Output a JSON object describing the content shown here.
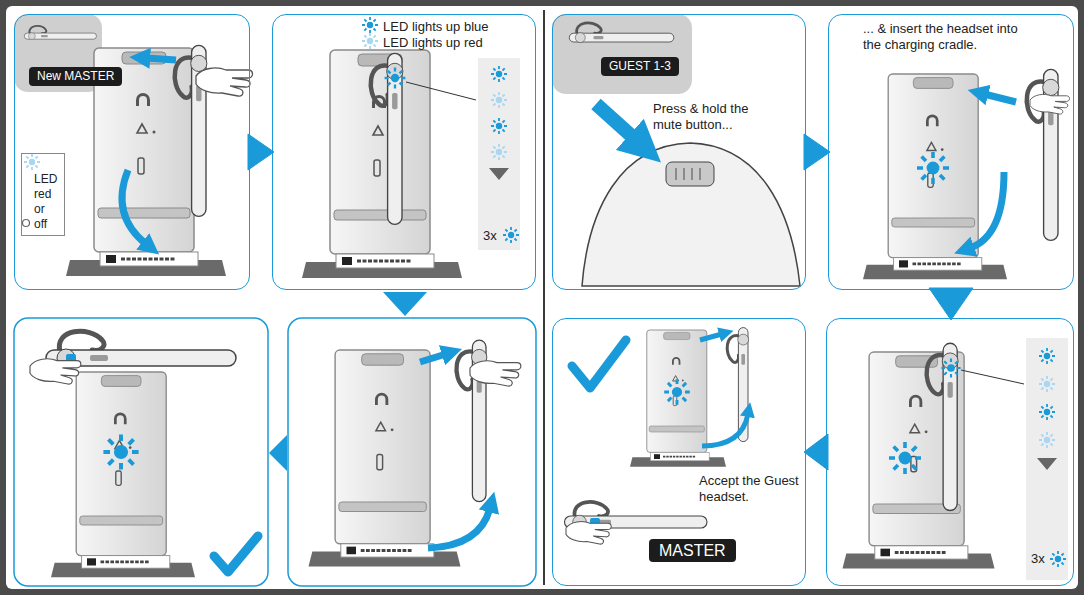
{
  "diagram": {
    "nodes": [
      {
        "text": [
          "New MASTER",
          "LED red or off"
        ]
      },
      {
        "text": [
          "LED lights up blue",
          "LED lights up red",
          "3x"
        ]
      },
      {
        "text": [
          "GUEST 1-3",
          "Press & hold the mute button..."
        ]
      },
      {
        "text": [
          "... & insert the headset into the charging cradle."
        ]
      },
      {
        "text": [
          "3x"
        ]
      },
      {
        "text": [
          "Accept the Guest headset.",
          "MASTER"
        ]
      }
    ],
    "edges": [
      {
        "from": 0,
        "to": 1,
        "arrow": "to"
      },
      {
        "from": 2,
        "to": 3,
        "arrow": "to"
      },
      {
        "from": 3,
        "to": 4,
        "arrow": "to"
      },
      {
        "from": 4,
        "to": 5,
        "arrow": "to"
      }
    ]
  }
}
